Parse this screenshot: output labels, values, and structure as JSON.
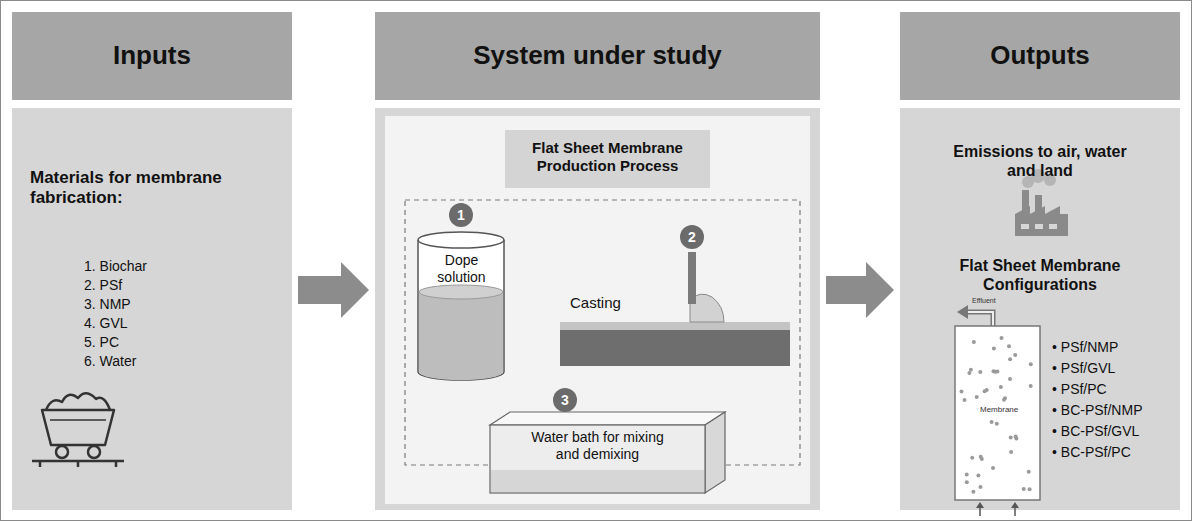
{
  "diagram": {
    "nodes": [
      {
        "text": [
          "Inputs",
          "Materials for membrane fabrication:",
          "1. Biochar",
          "2. PSf",
          "3. NMP",
          "4. GVL",
          "5. PC",
          "6. Water"
        ]
      },
      {
        "text": [
          "System under study"
        ]
      },
      {
        "text": [
          "Flat Sheet Membrane Production Process"
        ],
        "in": 1
      },
      {
        "text": [
          "Dope solution"
        ],
        "in": 1
      },
      {
        "text": [
          "Casting"
        ],
        "in": 1
      },
      {
        "text": [
          "Water bath for mixing and demixing"
        ],
        "in": 1
      },
      {
        "text": [
          "Outputs",
          "Emissions to air, water and land",
          "Flat Sheet Membrane Configurations",
          "• PSf/NMP",
          "• PSf/GVL",
          "• PSf/PC",
          "• BC-PSf/NMP",
          "• BC-PSf/GVL",
          "• BC-PSf/PC"
        ]
      }
    ],
    "edges": [
      {
        "from": 0,
        "to": 1,
        "arrow": "to"
      },
      {
        "from": 1,
        "to": 6,
        "arrow": "to"
      }
    ],
    "labels": [
      "1",
      "2",
      "3",
      "Effluent",
      "Membrane"
    ]
  }
}
